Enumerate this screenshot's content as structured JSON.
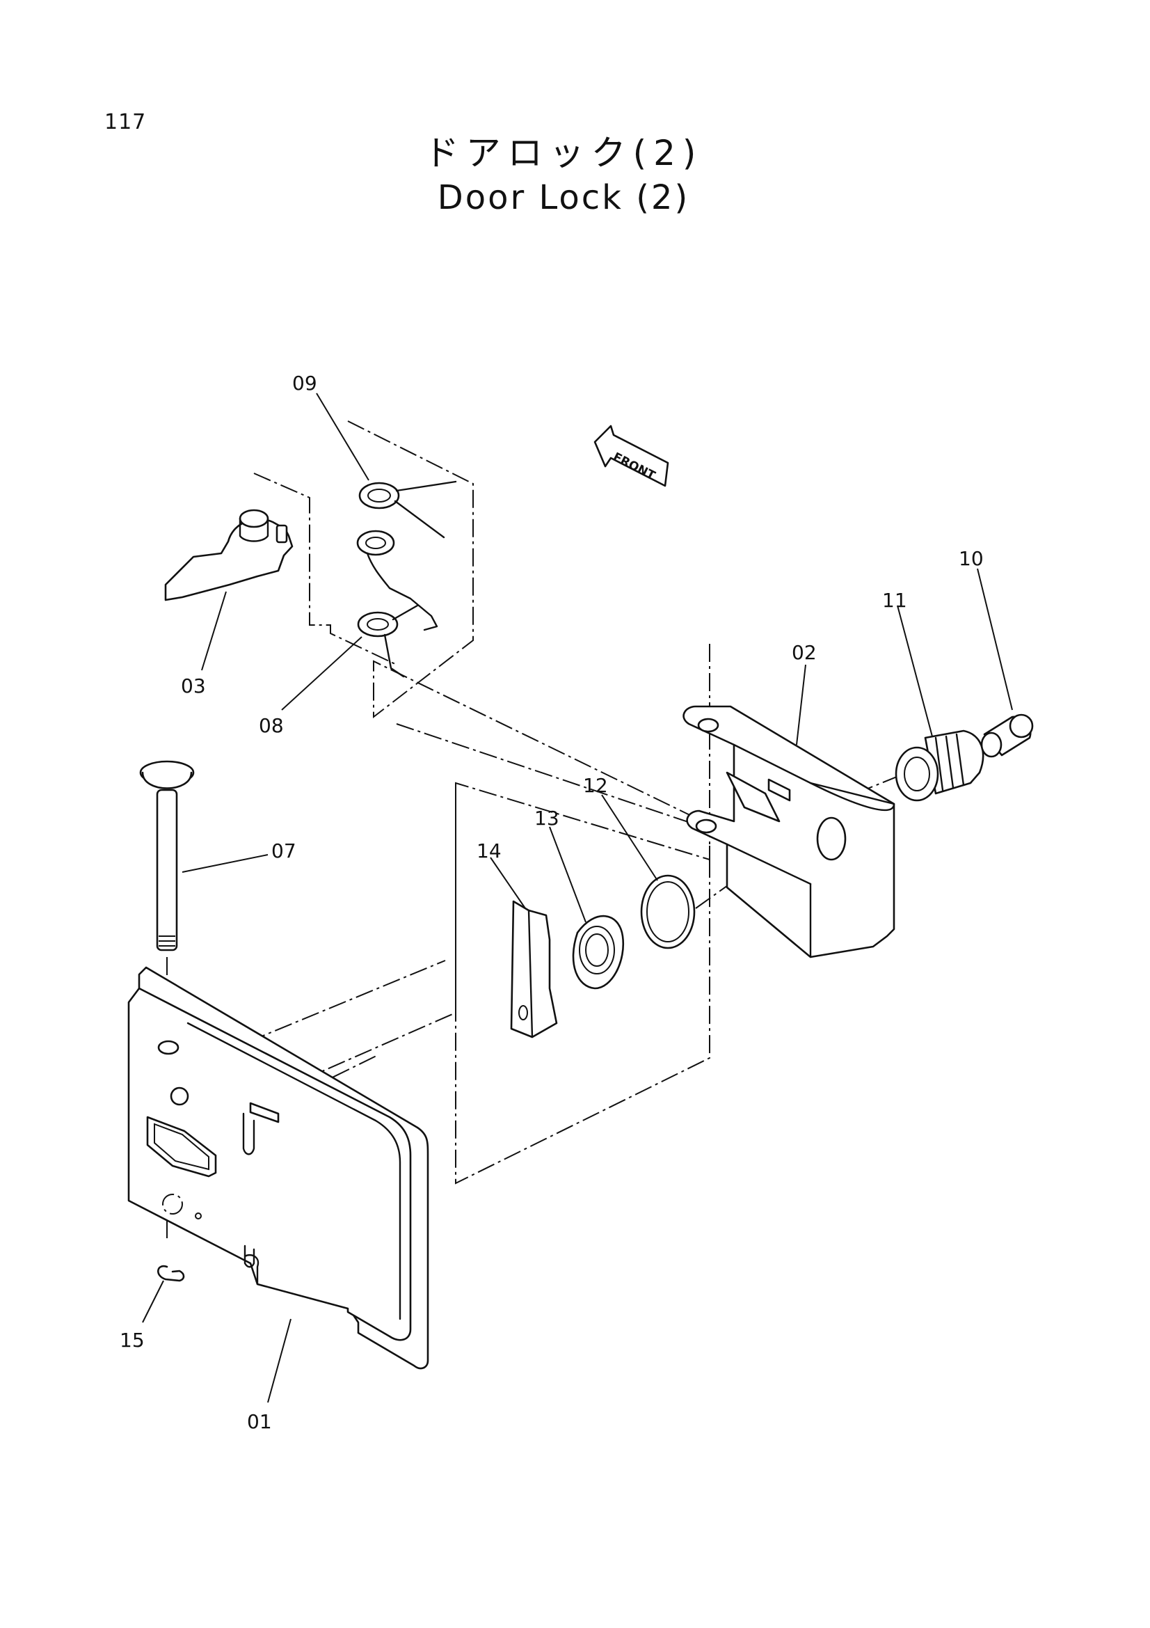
{
  "page": {
    "number": "117"
  },
  "title": {
    "japanese": "ドアロック(2)",
    "english": "Door Lock (2)"
  },
  "diagram": {
    "front_indicator": "FRONT",
    "callouts": [
      "09",
      "03",
      "08",
      "10",
      "11",
      "02",
      "12",
      "13",
      "14",
      "07",
      "15",
      "01"
    ]
  }
}
